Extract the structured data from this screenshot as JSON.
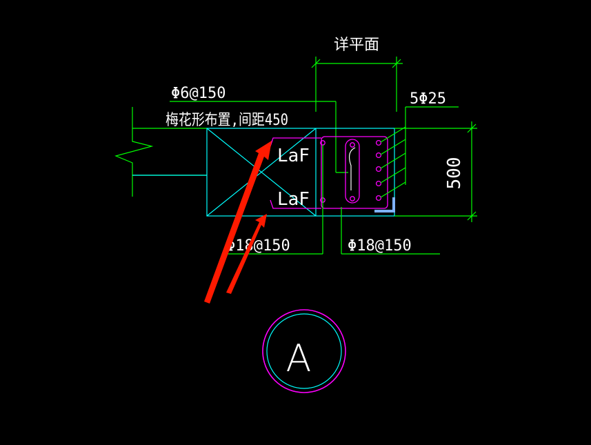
{
  "drawing": {
    "detail_plan_label": "详平面",
    "stirrup_label": "Φ6@150",
    "arrangement_note": "梅花形布置,间距450",
    "main_bars_label": "5Φ25",
    "dimension_500": "500",
    "anchor_label_top": "LaF",
    "anchor_label_bottom": "LaF",
    "bar_label_left": "Φ18@150",
    "bar_label_right": "Φ18@150",
    "section_mark": "A"
  },
  "colors": {
    "background": "#000000",
    "green": "#00ff00",
    "cyan": "#00ffff",
    "magenta": "#ff00ff",
    "white": "#ffffff",
    "red": "#ff1a00",
    "blue": "#7fb2ff"
  }
}
